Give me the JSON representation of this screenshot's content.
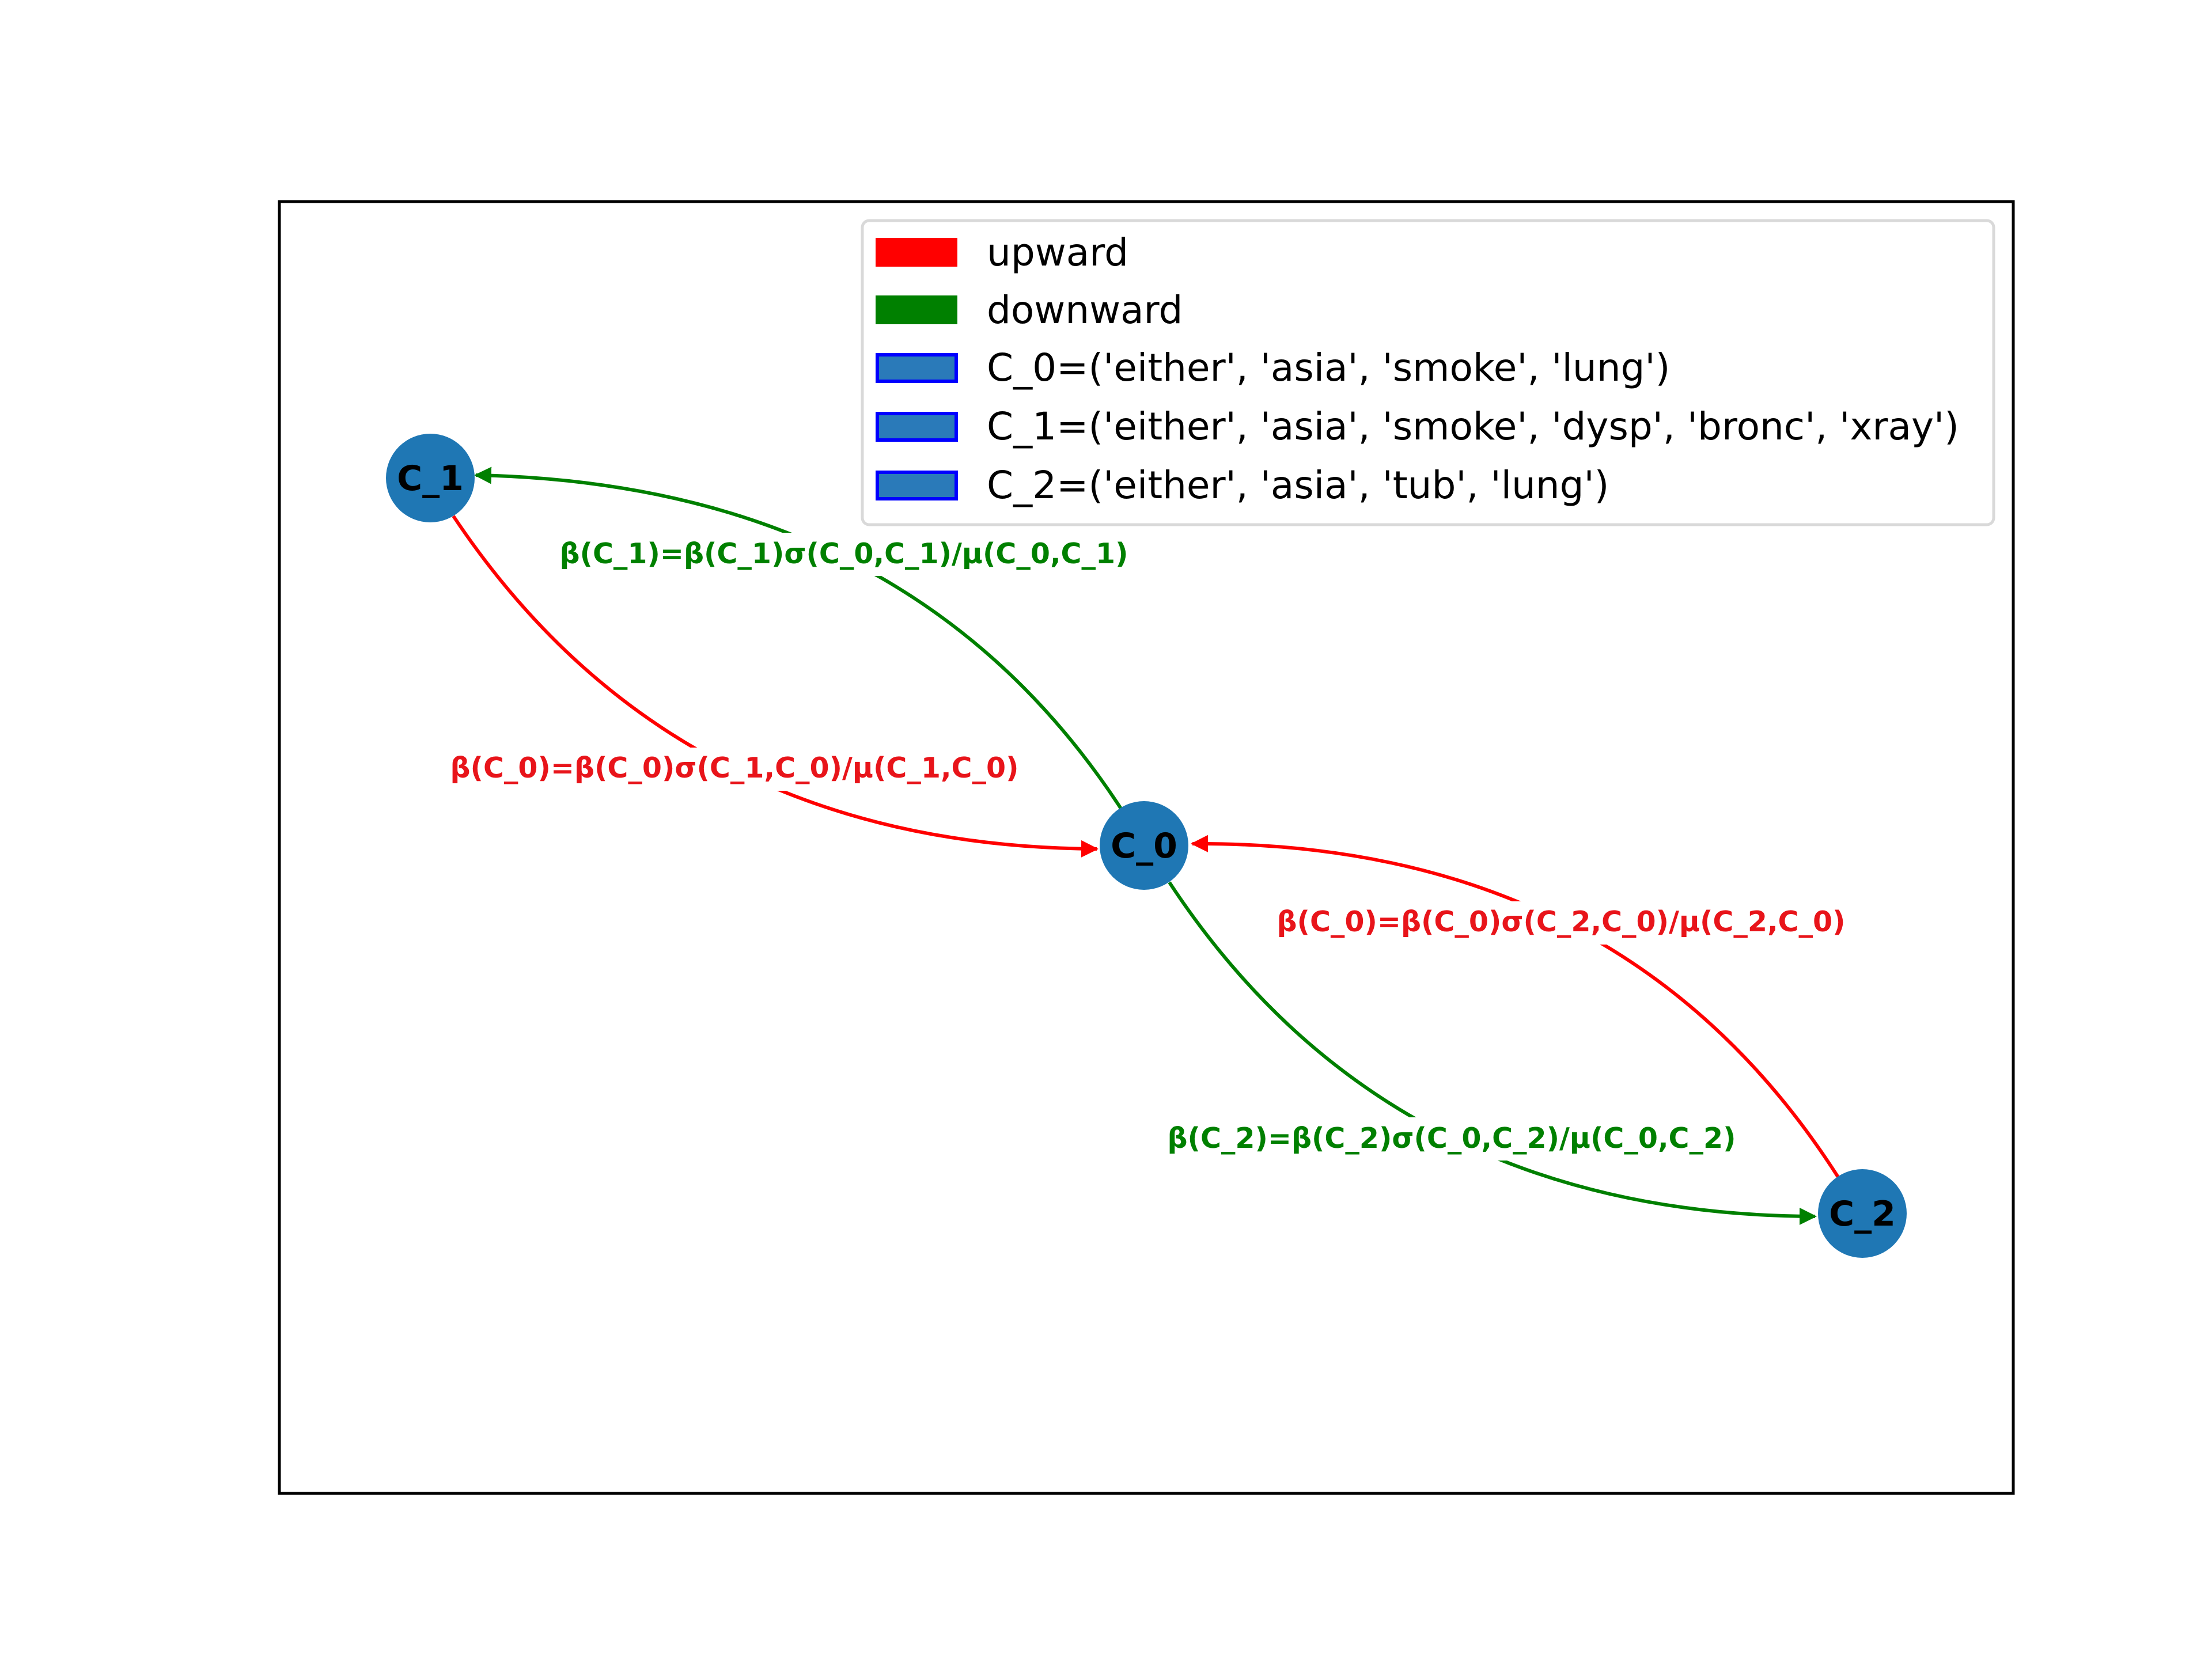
{
  "colors": {
    "upward": "#ff0000",
    "downward": "#008000",
    "node_fill": "#1f77b4",
    "cluster_patch_fill": "#2a7ab9",
    "cluster_patch_edge": "#0000ff",
    "label_upward": "#e8141a",
    "label_downward": "#008000"
  },
  "legend": {
    "items": [
      {
        "label": "upward",
        "kind": "upward"
      },
      {
        "label": "downward",
        "kind": "downward"
      },
      {
        "label": "C_0=('either', 'asia', 'smoke', 'lung')",
        "kind": "cluster"
      },
      {
        "label": "C_1=('either', 'asia', 'smoke', 'dysp', 'bronc', 'xray')",
        "kind": "cluster"
      },
      {
        "label": "C_2=('either', 'asia', 'tub', 'lung')",
        "kind": "cluster"
      }
    ]
  },
  "nodes": [
    {
      "id": "C_1",
      "label": "C_1"
    },
    {
      "id": "C_0",
      "label": "C_0"
    },
    {
      "id": "C_2",
      "label": "C_2"
    }
  ],
  "edges": [
    {
      "from": "C_0",
      "to": "C_1",
      "direction": "downward",
      "label": "β(C_1)=β(C_1)σ(C_0,C_1)/μ(C_0,C_1)"
    },
    {
      "from": "C_1",
      "to": "C_0",
      "direction": "upward",
      "label": "β(C_0)=β(C_0)σ(C_1,C_0)/μ(C_1,C_0)"
    },
    {
      "from": "C_2",
      "to": "C_0",
      "direction": "upward",
      "label": "β(C_0)=β(C_0)σ(C_2,C_0)/μ(C_2,C_0)"
    },
    {
      "from": "C_0",
      "to": "C_2",
      "direction": "downward",
      "label": "β(C_2)=β(C_2)σ(C_0,C_2)/μ(C_0,C_2)"
    }
  ]
}
